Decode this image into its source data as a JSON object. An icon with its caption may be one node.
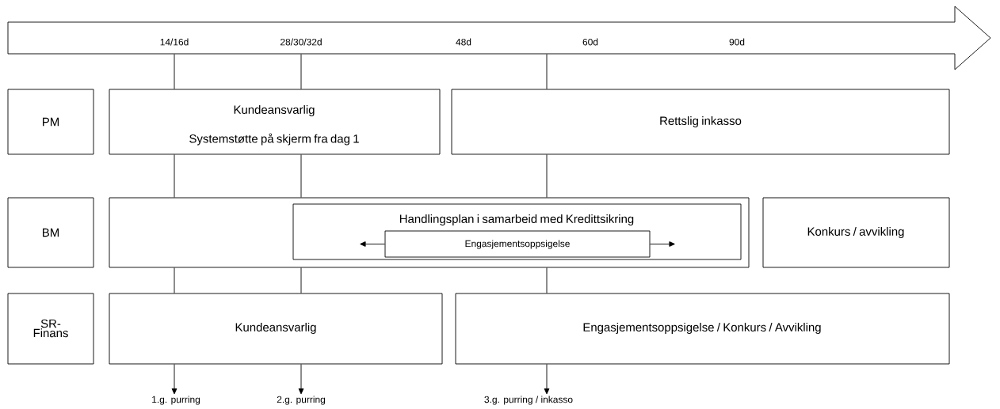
{
  "diagram": {
    "nodes": [
      {
        "text": [
          "14/16d",
          "28/30/32d",
          "48d",
          "60d",
          "90d"
        ]
      },
      {
        "text": [
          "PM"
        ]
      },
      {
        "text": [
          "Kundeansvarlig",
          "Systemstøtte på skjerm fra dag 1"
        ]
      },
      {
        "text": [
          "Rettslig inkasso"
        ]
      },
      {
        "text": [
          "BM"
        ]
      },
      {
        "text": [],
        "shape": "box"
      },
      {
        "text": [
          "Handlingsplan i samarbeid med Kredittsikring"
        ],
        "in": 5
      },
      {
        "text": [
          "Engasjementsoppsigelse"
        ],
        "in": 6
      },
      {
        "text": [
          "Konkurs / avvikling"
        ]
      },
      {
        "text": [
          "SR- Finans"
        ]
      },
      {
        "text": [
          "Kundeansvarlig"
        ]
      },
      {
        "text": [
          "Engasjementsoppsigelse / Konkurs / Avvikling"
        ]
      },
      {
        "text": [
          "1.g. purring"
        ]
      },
      {
        "text": [
          "2.g. purring"
        ]
      },
      {
        "text": [
          "3.g. purring / inkasso"
        ]
      }
    ],
    "edges": [
      {
        "from": 0,
        "to": 2,
        "arrow": "none"
      },
      {
        "from": 2,
        "to": 5,
        "arrow": "none"
      },
      {
        "from": 5,
        "to": 10,
        "arrow": "none"
      },
      {
        "from": 10,
        "to": 12,
        "arrow": "to"
      },
      {
        "from": 0,
        "to": 2,
        "arrow": "none"
      },
      {
        "from": 2,
        "to": 5,
        "arrow": "none"
      },
      {
        "from": 5,
        "to": 10,
        "arrow": "none"
      },
      {
        "from": 10,
        "to": 13,
        "arrow": "to"
      },
      {
        "from": 0,
        "to": 3,
        "arrow": "none"
      },
      {
        "from": 3,
        "to": 5,
        "arrow": "none"
      },
      {
        "from": 5,
        "to": 11,
        "arrow": "none"
      },
      {
        "from": 11,
        "to": 14,
        "arrow": "to"
      },
      {
        "from": 7,
        "to": null,
        "arrow": "to"
      },
      {
        "from": 7,
        "to": null,
        "arrow": "to"
      }
    ]
  }
}
